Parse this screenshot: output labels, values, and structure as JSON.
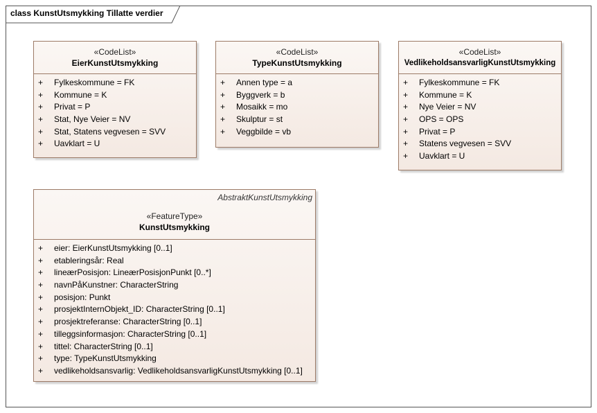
{
  "frame": {
    "title": "class KunstUtsmykking Tillatte verdier"
  },
  "classes": [
    {
      "stereotype": "«CodeList»",
      "name": "EierKunstUtsmykking",
      "attributes": [
        {
          "vis": "+",
          "text": "Fylkeskommune = FK"
        },
        {
          "vis": "+",
          "text": "Kommune = K"
        },
        {
          "vis": "+",
          "text": "Privat = P"
        },
        {
          "vis": "+",
          "text": "Stat, Nye Veier = NV"
        },
        {
          "vis": "+",
          "text": "Stat, Statens vegvesen = SVV"
        },
        {
          "vis": "+",
          "text": "Uavklart = U"
        }
      ]
    },
    {
      "stereotype": "«CodeList»",
      "name": "TypeKunstUtsmykking",
      "attributes": [
        {
          "vis": "+",
          "text": "Annen type = a"
        },
        {
          "vis": "+",
          "text": "Byggverk = b"
        },
        {
          "vis": "+",
          "text": "Mosaikk = mo"
        },
        {
          "vis": "+",
          "text": "Skulptur = st"
        },
        {
          "vis": "+",
          "text": "Veggbilde = vb"
        }
      ]
    },
    {
      "stereotype": "«CodeList»",
      "name": "VedlikeholdsansvarligKunstUtsmykking",
      "attributes": [
        {
          "vis": "+",
          "text": "Fylkeskommune = FK"
        },
        {
          "vis": "+",
          "text": "Kommune = K"
        },
        {
          "vis": "+",
          "text": "Nye Veier = NV"
        },
        {
          "vis": "+",
          "text": "OPS = OPS"
        },
        {
          "vis": "+",
          "text": "Privat = P"
        },
        {
          "vis": "+",
          "text": "Statens vegvesen = SVV"
        },
        {
          "vis": "+",
          "text": "Uavklart = U"
        }
      ]
    },
    {
      "parent": "AbstraktKunstUtsmykking",
      "stereotype": "«FeatureType»",
      "name": "KunstUtsmykking",
      "attributes": [
        {
          "vis": "+",
          "text": "eier: EierKunstUtsmykking [0..1]"
        },
        {
          "vis": "+",
          "text": "etableringsår: Real"
        },
        {
          "vis": "+",
          "text": "lineærPosisjon: LineærPosisjonPunkt [0..*]"
        },
        {
          "vis": "+",
          "text": "navnPåKunstner: CharacterString"
        },
        {
          "vis": "+",
          "text": "posisjon: Punkt"
        },
        {
          "vis": "+",
          "text": "prosjektInternObjekt_ID: CharacterString [0..1]"
        },
        {
          "vis": "+",
          "text": "prosjektreferanse: CharacterString [0..1]"
        },
        {
          "vis": "+",
          "text": "tilleggsinformasjon: CharacterString [0..1]"
        },
        {
          "vis": "+",
          "text": "tittel: CharacterString [0..1]"
        },
        {
          "vis": "+",
          "text": "type: TypeKunstUtsmykking"
        },
        {
          "vis": "+",
          "text": "vedlikeholdsansvarlig: VedlikeholdsansvarligKunstUtsmykking [0..1]"
        }
      ]
    }
  ]
}
